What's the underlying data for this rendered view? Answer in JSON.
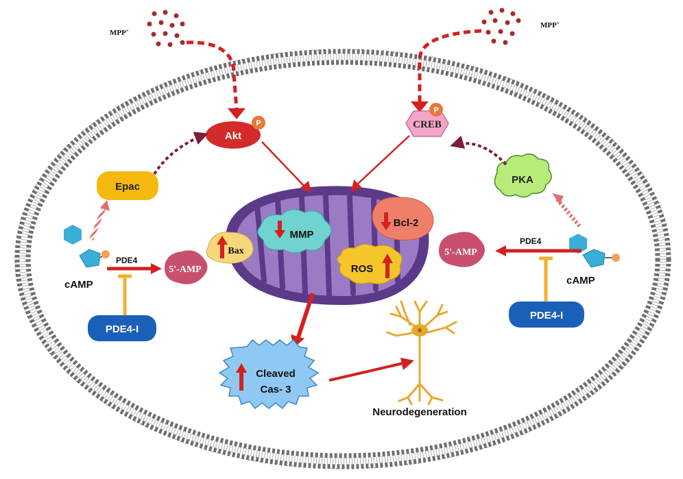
{
  "labels": {
    "mpp_left": "MPP",
    "mpp_right": "MPP",
    "mpp_superscript": "+",
    "akt": "Akt",
    "creb": "CREB",
    "phospho": "P",
    "epac": "Epac",
    "pka": "PKA",
    "camp_left": "cAMP",
    "camp_right": "cAMP",
    "pde4_left": "PDE4",
    "pde4_right": "PDE4",
    "amp_left": "5'-AMP",
    "amp_right": "5'-AMP",
    "pde4i_left": "PDE4-I",
    "pde4i_right": "PDE4-I",
    "bax": "Bax",
    "mmp": "MMP",
    "bcl2": "Bcl-2",
    "ros": "ROS",
    "cleaved_line1": "Cleaved",
    "cleaved_line2": "Cas- 3",
    "neuro": "Neurodegeneration"
  },
  "colors": {
    "membrane_head": "#6e6e6e",
    "arrow_red": "#d42020",
    "inhibit_yellow": "#f0b030",
    "akt": "#d42a2a",
    "creb": "#f4a6c8",
    "epac": "#f5b80f",
    "pka": "#b8ec7a",
    "amp": "#c8506e",
    "pde4i": "#1a5fb8",
    "mito_outer": "#5b3a8a",
    "mito_inner": "#9b7cc4",
    "mmp": "#6fd3d0",
    "bcl2": "#f07f6a",
    "ros": "#f5c62a",
    "bax": "#f7d77a",
    "caspase": "#8fc8f2",
    "neuron": "#e8a830",
    "camp": "#3aaed8",
    "dotted_purple": "#7a1e3c",
    "particle": "#a52a2a"
  }
}
